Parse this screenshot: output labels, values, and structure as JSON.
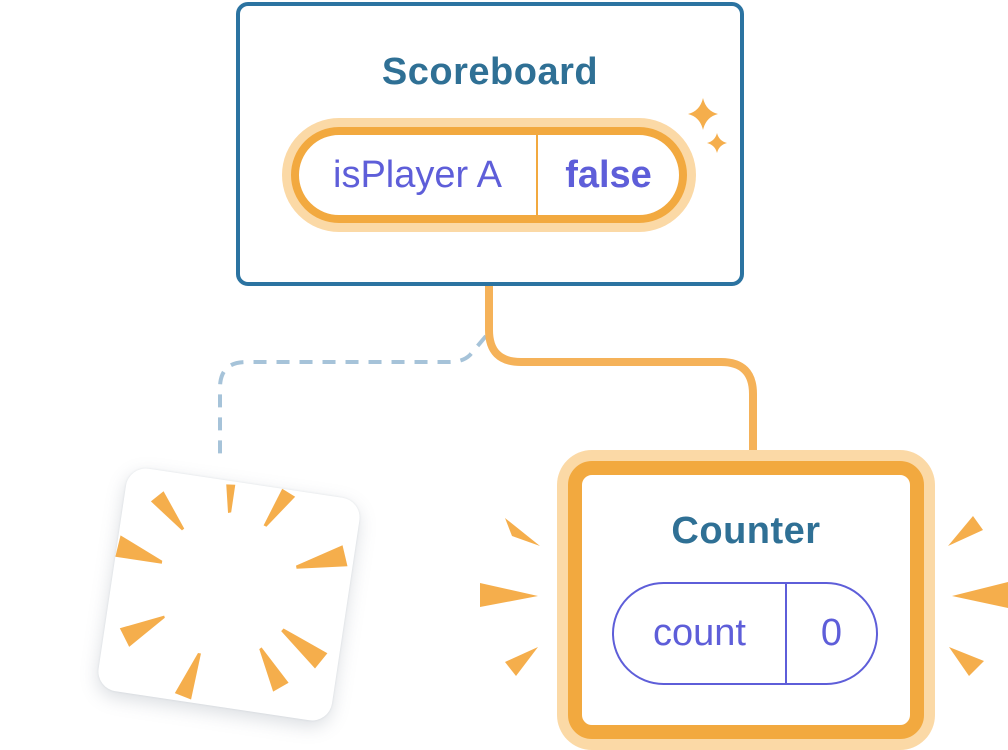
{
  "scoreboard": {
    "title": "Scoreboard",
    "state": {
      "key": "isPlayer A",
      "value": "false"
    }
  },
  "counter": {
    "title": "Counter",
    "state": {
      "key": "count",
      "value": "0"
    }
  },
  "icons": {
    "sparkles": "sparkles-icon",
    "starburst": "starburst-icon",
    "emphasis_left": "emphasis-rays-left-icon",
    "emphasis_right": "emphasis-rays-right-icon"
  },
  "colors": {
    "background": "#FFFFFF",
    "card_border_blue": "#2B73A1",
    "title_blue": "#2F7095",
    "pill_border_orange": "#F2A93F",
    "pill_halo_orange": "#FBD9A6",
    "connector_orange": "#F5B259",
    "dashed_line_blue": "#A6C3D9",
    "state_purple": "#5E5ED9",
    "burst_orange": "#F5AE4C"
  }
}
